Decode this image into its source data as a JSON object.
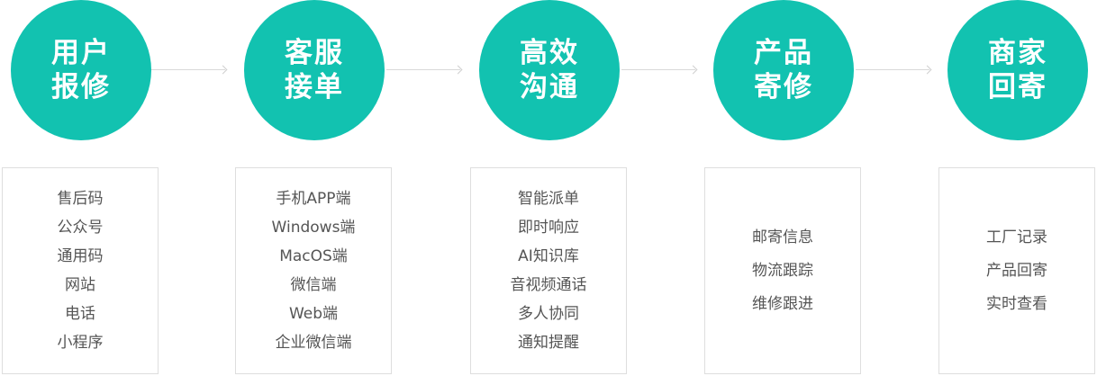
{
  "steps": [
    {
      "title_line1": "用户",
      "title_line2": "报修",
      "items": [
        "售后码",
        "公众号",
        "通用码",
        "网站",
        "电话",
        "小程序"
      ]
    },
    {
      "title_line1": "客服",
      "title_line2": "接单",
      "items": [
        "手机APP端",
        "Windows端",
        "MacOS端",
        "微信端",
        "Web端",
        "企业微信端"
      ]
    },
    {
      "title_line1": "高效",
      "title_line2": "沟通",
      "items": [
        "智能派单",
        "即时响应",
        "AI知识库",
        "音视频通话",
        "多人协同",
        "通知提醒"
      ]
    },
    {
      "title_line1": "产品",
      "title_line2": "寄修",
      "items": [
        "邮寄信息",
        "物流跟踪",
        "维修跟进"
      ]
    },
    {
      "title_line1": "商家",
      "title_line2": "回寄",
      "items": [
        "工厂记录",
        "产品回寄",
        "实时查看"
      ]
    }
  ],
  "colors": {
    "circle": "#12c2b0",
    "circle_text": "#ffffff",
    "item_text": "#555555",
    "border": "#dedede"
  }
}
